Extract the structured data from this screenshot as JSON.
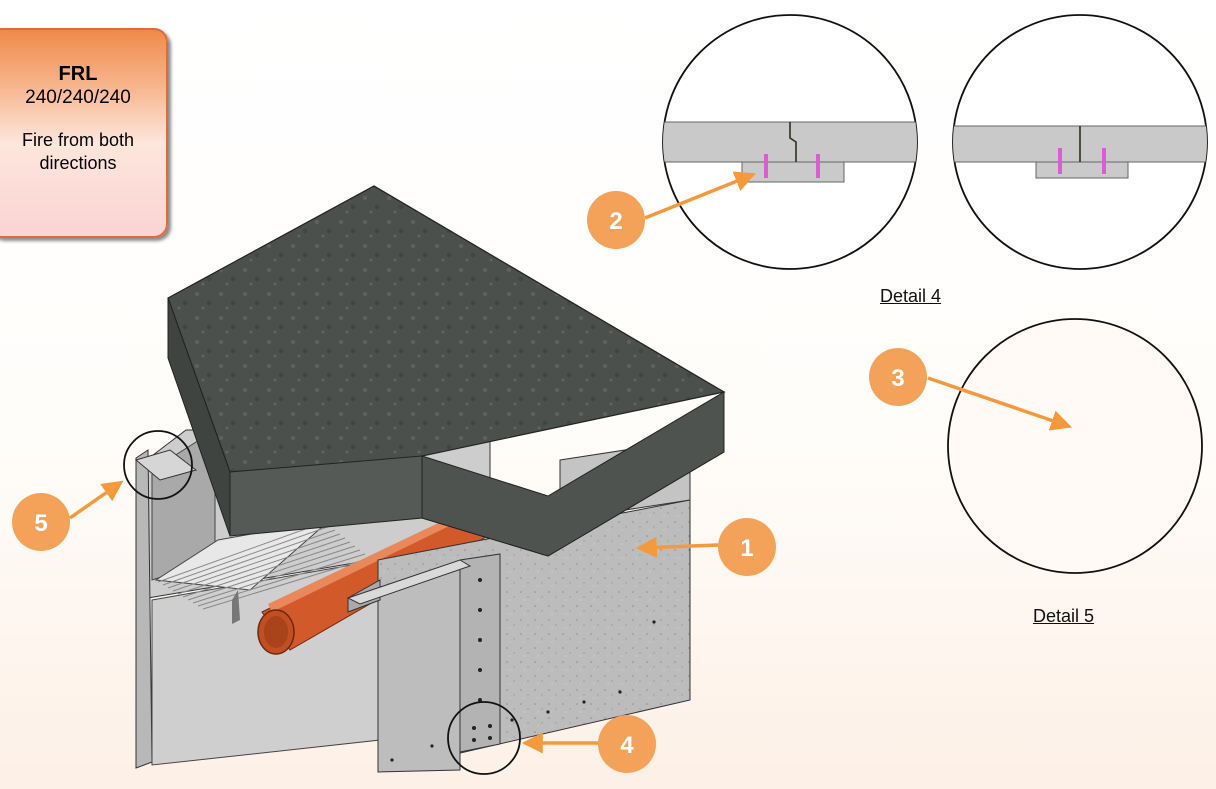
{
  "frl_box": {
    "title": "FRL",
    "rating": "240/240/240",
    "note": "Fire from both directions"
  },
  "captions": {
    "detail_4": "Detail 4",
    "detail_5": "Detail 5"
  },
  "callouts": {
    "c1": "1",
    "c2": "2",
    "c3": "3",
    "c4": "4",
    "c5": "5"
  },
  "colors": {
    "callout": "#f4a259",
    "arrow": "#f59a3c",
    "slab": "#4a4f4c",
    "wall": "#bdbdbd",
    "pipe": "#d2592a",
    "bolt": "#d95fd0"
  }
}
